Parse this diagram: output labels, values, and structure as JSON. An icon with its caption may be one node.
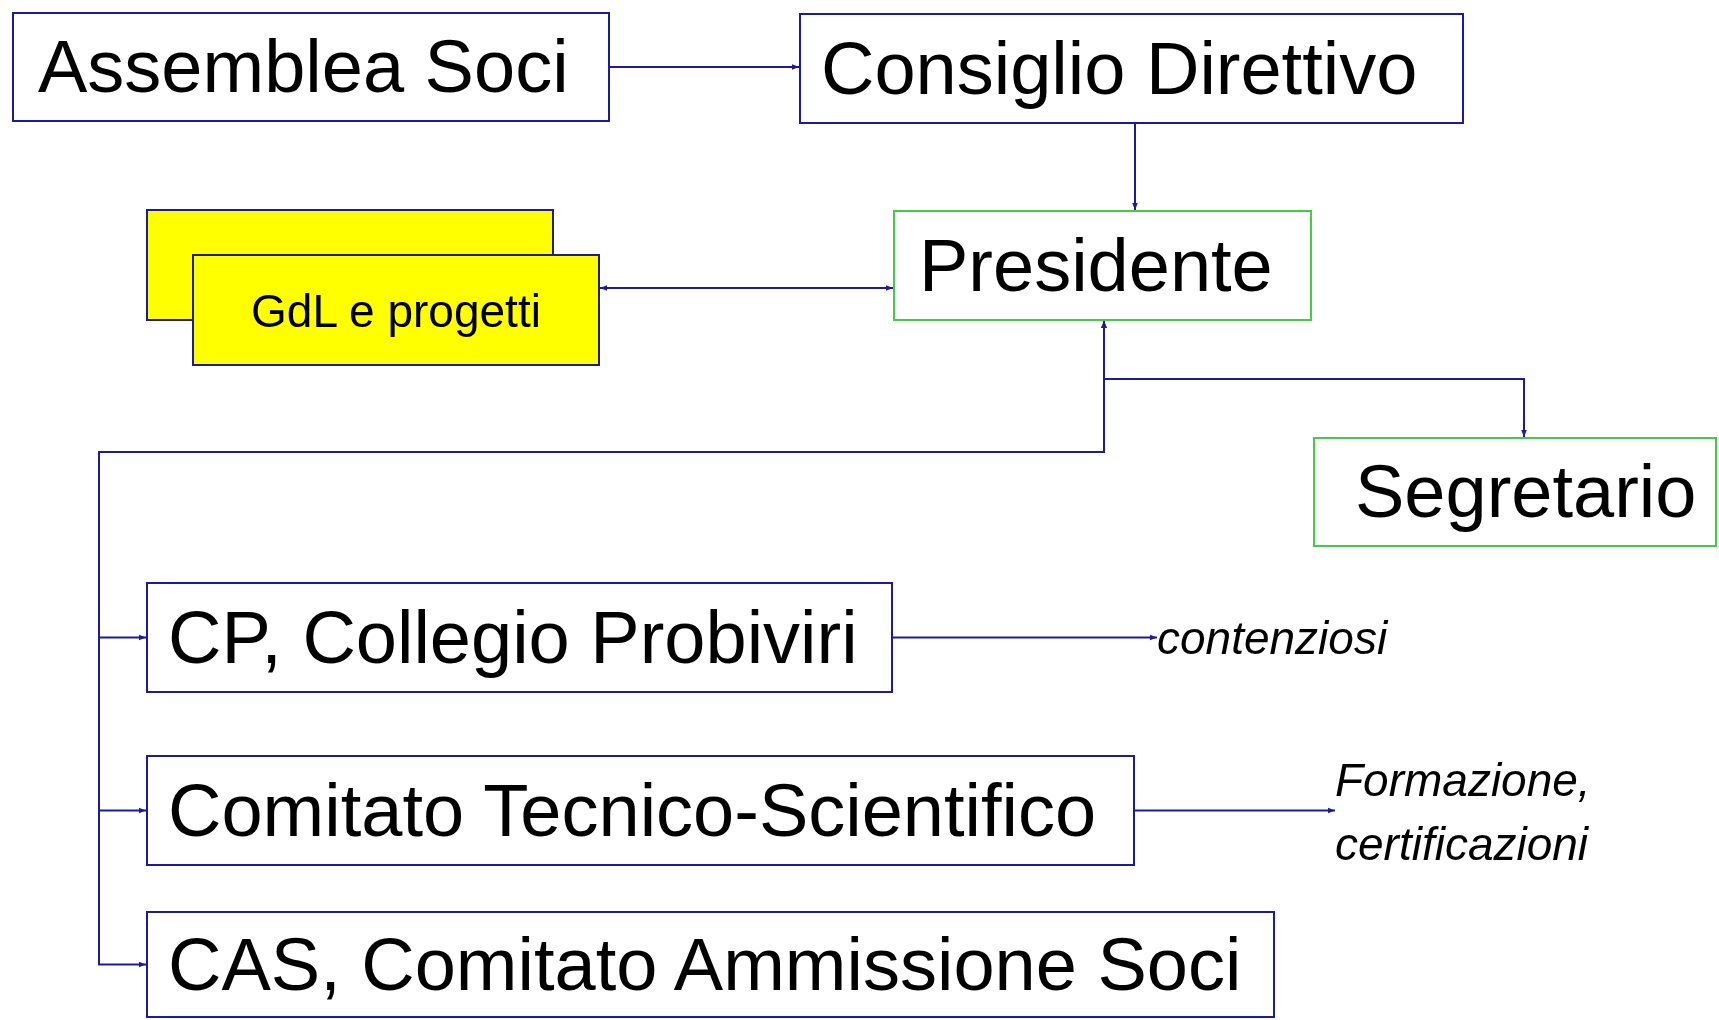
{
  "diagram": {
    "nodes": [
      {
        "text": [
          "Assemblea Soci"
        ]
      },
      {
        "text": [
          "Consiglio Direttivo"
        ]
      },
      {
        "text": [
          "GdL e progetti"
        ]
      },
      {
        "text": [
          "Presidente"
        ]
      },
      {
        "text": [
          "Segretario"
        ]
      },
      {
        "text": [
          "CP, Collegio Probiviri"
        ]
      },
      {
        "text": [
          "contenziosi"
        ]
      },
      {
        "text": [
          "Comitato Tecnico-Scientifico"
        ]
      },
      {
        "text": [
          "Formazione, certificazioni"
        ]
      },
      {
        "text": [
          "CAS, Comitato Ammissione Soci"
        ]
      }
    ],
    "edges": [
      {
        "from": 0,
        "to": 1,
        "arrow": "to"
      },
      {
        "from": 1,
        "to": 3,
        "arrow": "to"
      },
      {
        "from": 2,
        "to": 3,
        "arrow": "both"
      },
      {
        "from": 3,
        "to": 4,
        "arrow": "to"
      },
      {
        "from": 3,
        "to": 5,
        "arrow": "both"
      },
      {
        "from": 3,
        "to": 7,
        "arrow": "both"
      },
      {
        "from": 3,
        "to": 9,
        "arrow": "both"
      },
      {
        "from": 5,
        "to": 6,
        "arrow": "to"
      },
      {
        "from": 7,
        "to": 8,
        "arrow": "to"
      }
    ]
  }
}
